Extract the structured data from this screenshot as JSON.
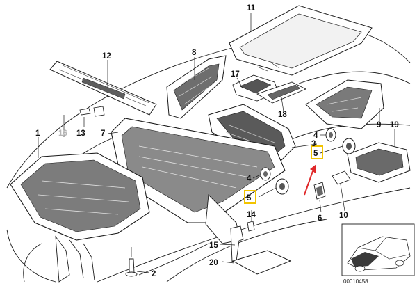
{
  "diagram": {
    "labels": {
      "p1": "1",
      "p2": "2",
      "p3": "3",
      "p4a": "4",
      "p4b": "4",
      "p5a": "5",
      "p5b": "5",
      "p6": "6",
      "p7": "7",
      "p8": "8",
      "p9": "9",
      "p10": "10",
      "p11": "11",
      "p12": "12",
      "p13": "13",
      "p14": "14",
      "p15": "15",
      "p16": "16",
      "p17": "17",
      "p18": "18",
      "p19": "19",
      "p20": "20"
    },
    "reference_code": "00010458"
  },
  "colors": {
    "highlight_box": "#f2c400",
    "arrow": "#e0282a",
    "line": "#1a1a1a",
    "part_fill": "#ffffff",
    "part_dark": "#6b6b6b",
    "faded_label": "#b5b5b5"
  }
}
